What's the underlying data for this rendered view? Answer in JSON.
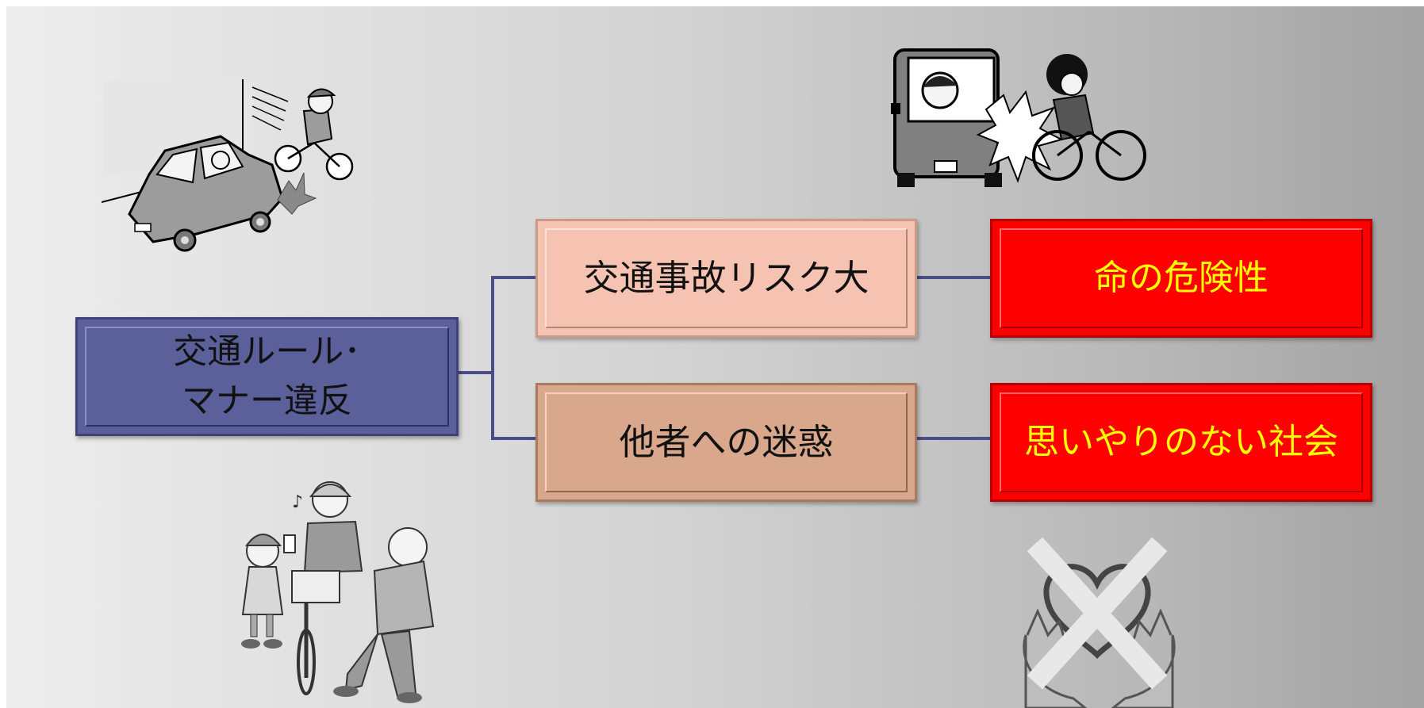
{
  "diagram": {
    "root": {
      "line1": "交通ルール･",
      "line2": "マナー違反"
    },
    "branches": [
      {
        "label": "交通事故リスク大",
        "outcome": "命の危険性"
      },
      {
        "label": "他者への迷惑",
        "outcome": "思いやりのない社会"
      }
    ]
  },
  "colors": {
    "root_fill": "#5b5f9a",
    "risk_fill": "#f6c3b3",
    "nuisance_fill": "#d9a88c",
    "outcome_fill": "#ff0000",
    "outcome_text": "#ffff00",
    "connector": "#4a4d86"
  },
  "illustrations": [
    "car-bicycle-collision-icon",
    "bicycle-car-crash-icon",
    "smartphone-cyclist-pedestrians-icon",
    "crossed-heart-hands-icon"
  ]
}
